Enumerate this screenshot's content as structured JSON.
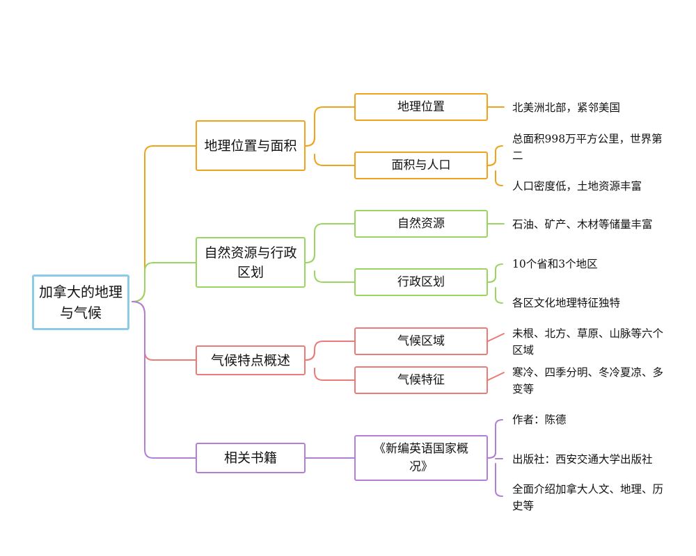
{
  "root": {
    "label": "加拿大的地理与气候",
    "color": "#8ccbe8"
  },
  "branches": [
    {
      "label": "地理位置与面积",
      "color": "#f0a21d",
      "children": [
        {
          "label": "地理位置",
          "leaves": [
            "北美洲北部，紧邻美国"
          ]
        },
        {
          "label": "面积与人口",
          "leaves": [
            "总面积998万平方公里，世界第二",
            "人口密度低，土地资源丰富"
          ]
        }
      ]
    },
    {
      "label": "自然资源与行政区划",
      "color": "#9bd561",
      "children": [
        {
          "label": "自然资源",
          "leaves": [
            "石油、矿产、木材等储量丰富"
          ]
        },
        {
          "label": "行政区划",
          "leaves": [
            "10个省和3个地区",
            "各区文化地理特征独特"
          ]
        }
      ]
    },
    {
      "label": "气候特点概述",
      "color": "#ea7b76",
      "children": [
        {
          "label": "气候区域",
          "leaves": [
            "未根、北方、草原、山脉等六个区域"
          ]
        },
        {
          "label": "气候特征",
          "leaves": [
            "寒冷、四季分明、冬冷夏凉、多变等"
          ]
        }
      ]
    },
    {
      "label": "相关书籍",
      "color": "#b27ed8",
      "children": [
        {
          "label": "《新编英语国家概况》",
          "leaves": [
            "作者：陈德",
            "出版社：西安交通大学出版社",
            "全面介绍加拿大人文、地理、历史等"
          ]
        }
      ]
    }
  ]
}
